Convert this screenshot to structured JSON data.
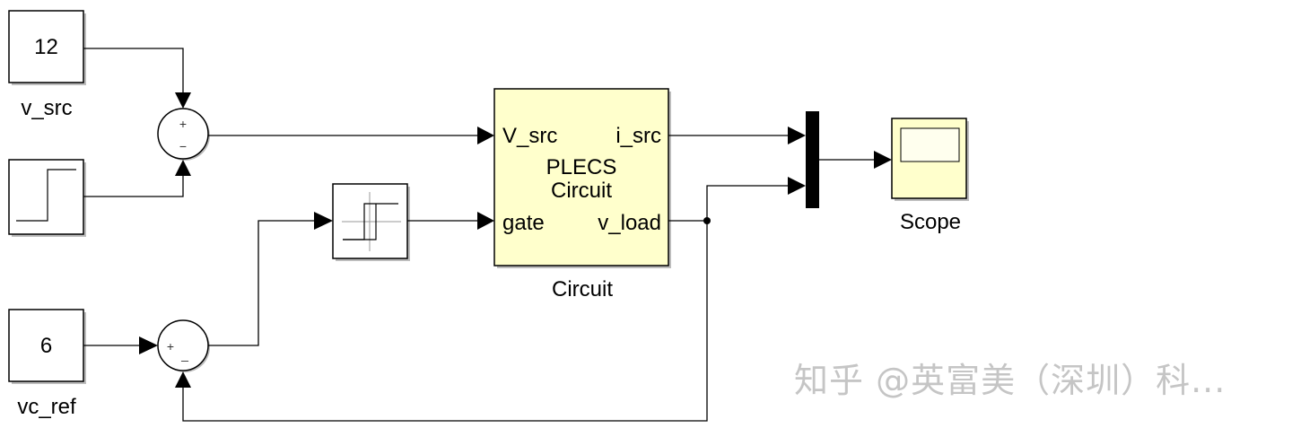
{
  "blocks": {
    "const_vsrc": {
      "value": "12",
      "label": "v_src"
    },
    "step": {
      "label": ""
    },
    "sum1": {
      "sign_top": "+",
      "sign_bottom": "−"
    },
    "const_vcref": {
      "value": "6",
      "label": "vc_ref"
    },
    "sum2": {
      "sign_left": "+",
      "sign_bottom": "_"
    },
    "relay": {
      "label": ""
    },
    "circuit": {
      "title_line1": "PLECS",
      "title_line2": "Circuit",
      "label": "Circuit",
      "fill": "#ffffcc",
      "ports": {
        "in_top": "V_src",
        "in_bottom": "gate",
        "out_top": "i_src",
        "out_bottom": "v_load"
      }
    },
    "scope": {
      "label": "Scope",
      "fill": "#ffffcc"
    }
  },
  "watermark": "知乎 @英富美（深圳）科..."
}
